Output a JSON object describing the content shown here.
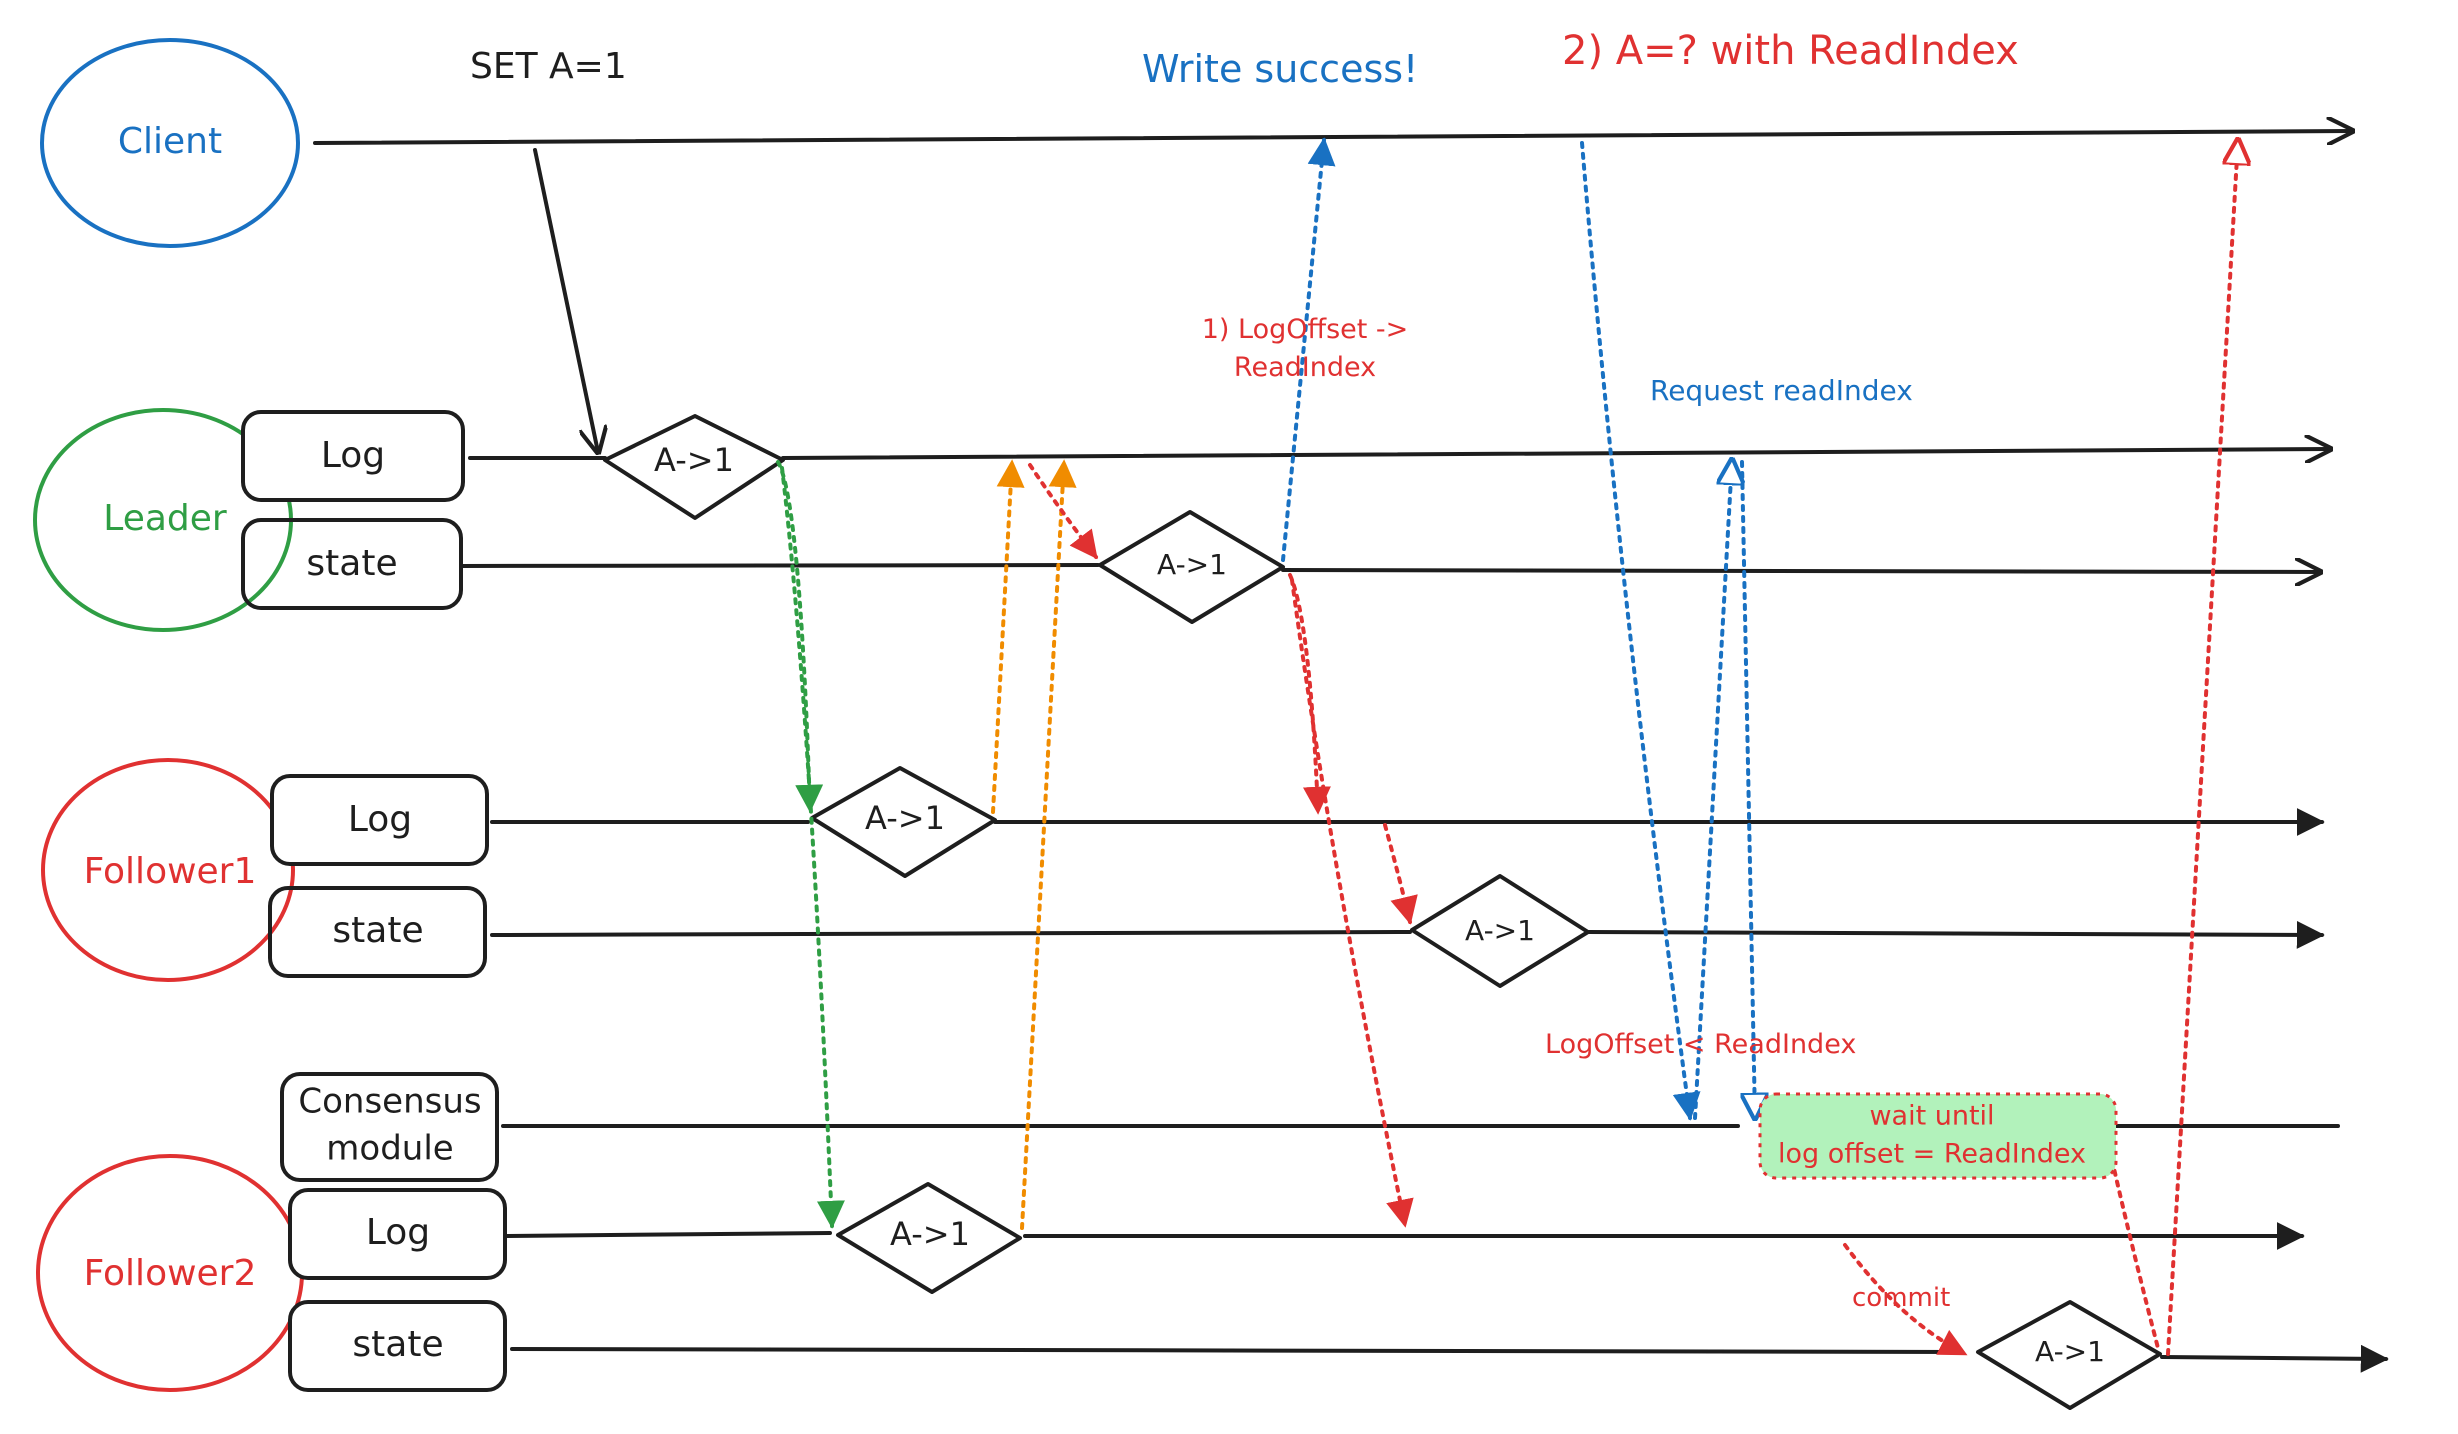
{
  "actors": {
    "client": "Client",
    "leader": "Leader",
    "follower1": "Follower1",
    "follower2": "Follower2"
  },
  "boxes": {
    "leader_log": "Log",
    "leader_state": "state",
    "f1_log": "Log",
    "f1_state": "state",
    "consensus_line1": "Consensus",
    "consensus_line2": "module",
    "f2_log": "Log",
    "f2_state": "state"
  },
  "entries": {
    "leader_log": "A->1",
    "leader_state": "A->1",
    "f1_log": "A->1",
    "f1_state": "A->1",
    "f2_log": "A->1",
    "f2_state": "A->1"
  },
  "labels": {
    "set_cmd": "SET A=1",
    "write_success": "Write success!",
    "read_title": "2) A=? with ReadIndex",
    "log_offset_line1": "1) LogOffset ->",
    "log_offset_line2": "ReadIndex",
    "request_read_index": "Request readIndex",
    "log_offset_lt": "LogOffset < ReadIndex",
    "wait_line1": "wait until",
    "wait_line2": "log offset = ReadIndex",
    "commit": "commit"
  },
  "colors": {
    "ink": "#1e1e1e",
    "blue": "#1971c2",
    "green": "#2f9e44",
    "red": "#e03131",
    "orange": "#f08c00",
    "wait_fill": "#b2f2bb"
  }
}
